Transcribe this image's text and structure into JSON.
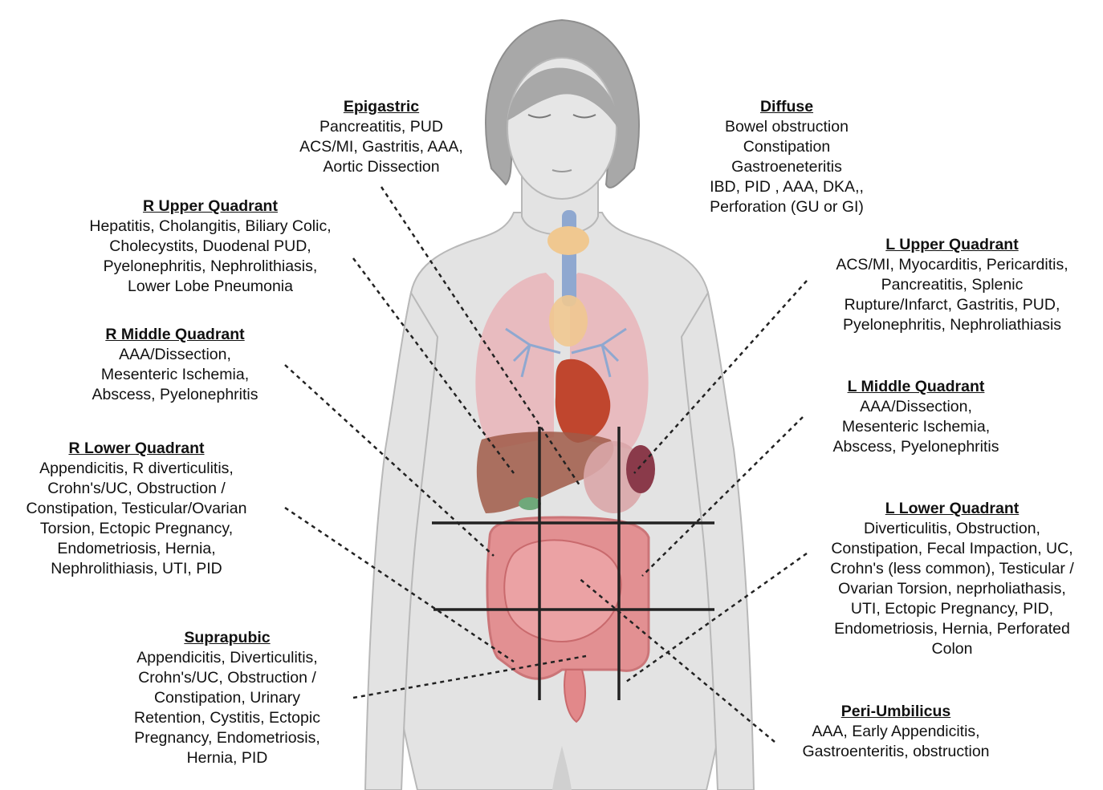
{
  "regions": {
    "epigastric": {
      "title": "Epigastric",
      "body": "Pancreatitis, PUD\nACS/MI, Gastritis, AAA,\nAortic Dissection"
    },
    "diffuse": {
      "title": "Diffuse",
      "body": "Bowel obstruction\nConstipation\nGastroeneteritis\nIBD, PID , AAA, DKA,,\nPerforation (GU or GI)"
    },
    "r_upper": {
      "title": "R Upper Quadrant",
      "body": "Hepatitis, Cholangitis, Biliary Colic,\nCholecystits, Duodenal PUD,\nPyelonephritis, Nephrolithiasis,\nLower Lobe Pneumonia"
    },
    "l_upper": {
      "title": "L Upper Quadrant",
      "body": "ACS/MI,  Myocarditis, Pericarditis,\nPancreatitis, Splenic\nRupture/Infarct, Gastritis, PUD,\nPyelonephritis, Nephroliathiasis"
    },
    "r_middle": {
      "title": "R Middle Quadrant",
      "body": "AAA/Dissection,\nMesenteric Ischemia,\nAbscess, Pyelonephritis"
    },
    "l_middle": {
      "title": "L Middle Quadrant",
      "body": "AAA/Dissection,\nMesenteric Ischemia,\nAbscess, Pyelonephritis"
    },
    "r_lower": {
      "title": "R Lower Quadrant",
      "body": "Appendicitis, R diverticulitis,\nCrohn's/UC, Obstruction /\nConstipation, Testicular/Ovarian\nTorsion, Ectopic Pregnancy,\nEndometriosis, Hernia,\nNephrolithiasis, UTI, PID"
    },
    "l_lower": {
      "title": "L Lower Quadrant",
      "body": "Diverticulitis, Obstruction,\nConstipation, Fecal Impaction,  UC,\nCrohn's (less common), Testicular /\nOvarian Torsion, neprholiathasis,\nUTI, Ectopic Pregnancy, PID,\nEndometriosis, Hernia, Perforated\nColon"
    },
    "suprapubic": {
      "title": "Suprapubic",
      "body": "Appendicitis,  Diverticulitis,\nCrohn's/UC, Obstruction /\nConstipation, Urinary\nRetention, Cystitis,  Ectopic\nPregnancy, Endometriosis,\nHernia, PID"
    },
    "peri_umbilicus": {
      "title": "Peri-Umbilicus",
      "body": "AAA, Early Appendicitis,\nGastroenteritis, obstruction"
    }
  },
  "colors": {
    "body": "#e3e3e3",
    "hair": "#a8a8a8",
    "lungs": "#e9b4b8",
    "thyroid": "#f0c890",
    "trachea": "#8fa8d0",
    "heart": "#c0462e",
    "liver": "#a05a48",
    "intestine": "#e2888a",
    "grid": "#222222"
  }
}
